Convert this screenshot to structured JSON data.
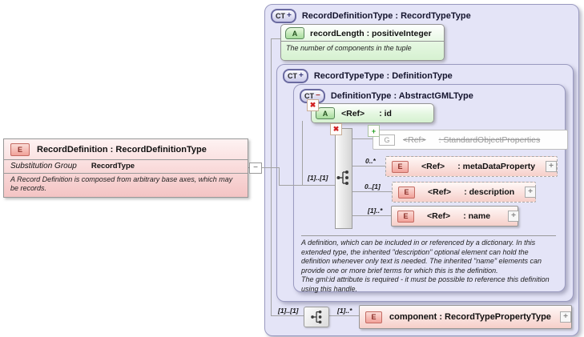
{
  "icons": {
    "complex_type": "CT",
    "attribute": "A",
    "element": "E",
    "group": "G",
    "plus": "+",
    "minus": "−",
    "prohibited": "✖",
    "expand": "+",
    "collapse": "−"
  },
  "colors": {
    "container_fill": "#E4E4F7",
    "container_border": "#9A9AC0",
    "attribute_green": "#D6F1D1",
    "element_pink": "#F6CFC9",
    "prohibited_red": "#D22222",
    "added_green": "#22A022"
  },
  "root": {
    "title": "RecordDefinition : RecordDefinitionType",
    "substitution_group_label": "Substitution Group",
    "substitution_group_value": "RecordType",
    "annotation": "A Record Definition is composed from arbitrary base axes, which may be records."
  },
  "outer": {
    "title": "RecordDefinitionType : RecordTypeType"
  },
  "record_length": {
    "title": "recordLength : positiveInteger",
    "annotation": "The number of components in the tuple"
  },
  "record_type_type": {
    "title": "RecordTypeType : DefinitionType"
  },
  "definition_type": {
    "title": "DefinitionType : AbstractGMLType",
    "id_attribute": {
      "ref": "<Ref>",
      "name": ": id"
    },
    "sequence_cardinality": "[1]..[1]",
    "group": {
      "ref": "<Ref>",
      "name": ": StandardObjectProperties"
    },
    "elements": [
      {
        "cardinality": "0..*",
        "ref": "<Ref>",
        "name": ": metaDataProperty"
      },
      {
        "cardinality": "0..[1]",
        "ref": "<Ref>",
        "name": ": description"
      },
      {
        "cardinality": "[1]..*",
        "ref": "<Ref>",
        "name": ": name"
      }
    ],
    "annotation_p1": "A definition, which can be included in or referenced by a dictionary. In this extended type, the inherited \"description\" optional element can hold the definition whenever only text is needed. The inherited \"name\" elements can provide one or more brief terms for which this is the definition.",
    "annotation_p2": "The gml:id attribute is required - it must be possible to reference this definition using this handle."
  },
  "component": {
    "sequence_cardinality": "[1]..[1]",
    "cardinality": "[1]..*",
    "title": "component : RecordTypePropertyType"
  }
}
